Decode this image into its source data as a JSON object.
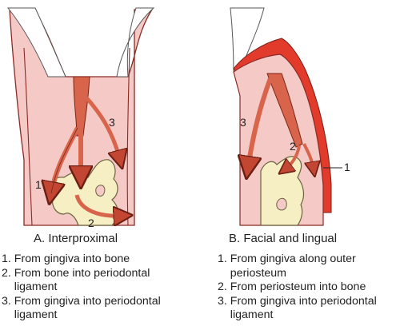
{
  "panel_a": {
    "caption": "A. Interproximal",
    "marker_1": "1",
    "marker_2": "2",
    "marker_3": "3",
    "legend": [
      {
        "num": "1.",
        "text": "From gingiva into bone"
      },
      {
        "num": "2.",
        "text": "From bone into periodontal ligament"
      },
      {
        "num": "3.",
        "text": "From gingiva into periodontal ligament"
      }
    ]
  },
  "panel_b": {
    "caption": "B. Facial and lingual",
    "marker_1": "1",
    "marker_2": "2",
    "marker_3": "3",
    "legend": [
      {
        "num": "1.",
        "text": "From gingiva along outer periosteum"
      },
      {
        "num": "2.",
        "text": "From periosteum into bone"
      },
      {
        "num": "3.",
        "text": "From gingiva into periodontal ligament"
      }
    ]
  },
  "colors": {
    "gingiva": "#f4c9c6",
    "gingiva_outline": "#8a2a25",
    "vessel": "#d9644c",
    "vessel_dark": "#b8432f",
    "bone": "#f6efc4",
    "bone_outline": "#6b6340",
    "tooth": "#ffffff",
    "outer_periosteum": "#e23b2c"
  }
}
